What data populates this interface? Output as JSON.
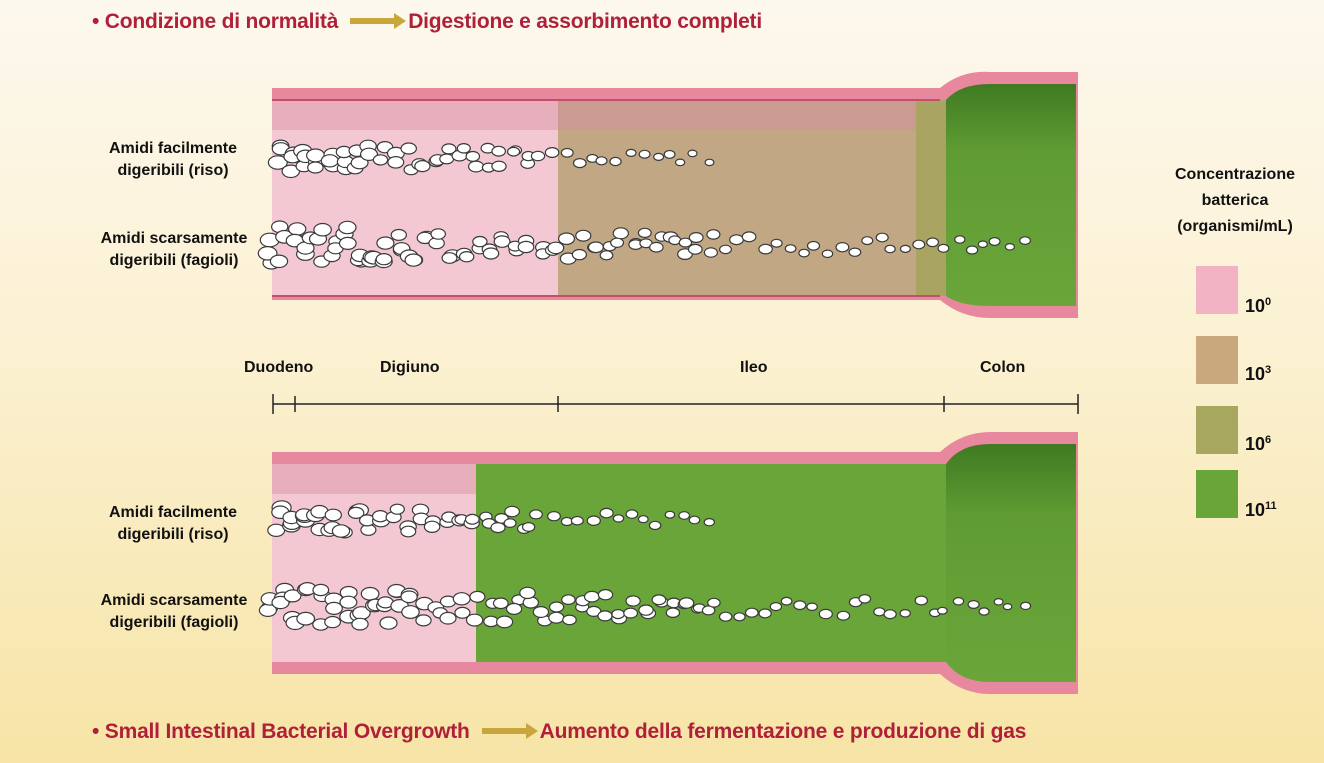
{
  "top_header": {
    "left": "• Condizione di normalità",
    "right": "Digestione e assorbimento completi"
  },
  "bottom_header": {
    "left": "• Small Intestinal Bacterial Overgrowth",
    "right": "Aumento della fermentazione e produzione di gas"
  },
  "row_labels": {
    "rice": [
      "Amidi facilmente",
      "digeribili (riso)"
    ],
    "beans": [
      "Amidi scarsamente",
      "digeribili (fagioli)"
    ]
  },
  "segments": [
    "Duodeno",
    "Digiuno",
    "Ileo",
    "Colon"
  ],
  "legend": {
    "title": [
      "Concentrazione",
      "batterica",
      "(organismi/mL)"
    ],
    "items": [
      {
        "base": "10",
        "exp": "0",
        "color": "#f2b3c4"
      },
      {
        "base": "10",
        "exp": "3",
        "color": "#c9a87e"
      },
      {
        "base": "10",
        "exp": "6",
        "color": "#a7a760"
      },
      {
        "base": "10",
        "exp": "11",
        "color": "#6aa53a"
      }
    ]
  }
}
